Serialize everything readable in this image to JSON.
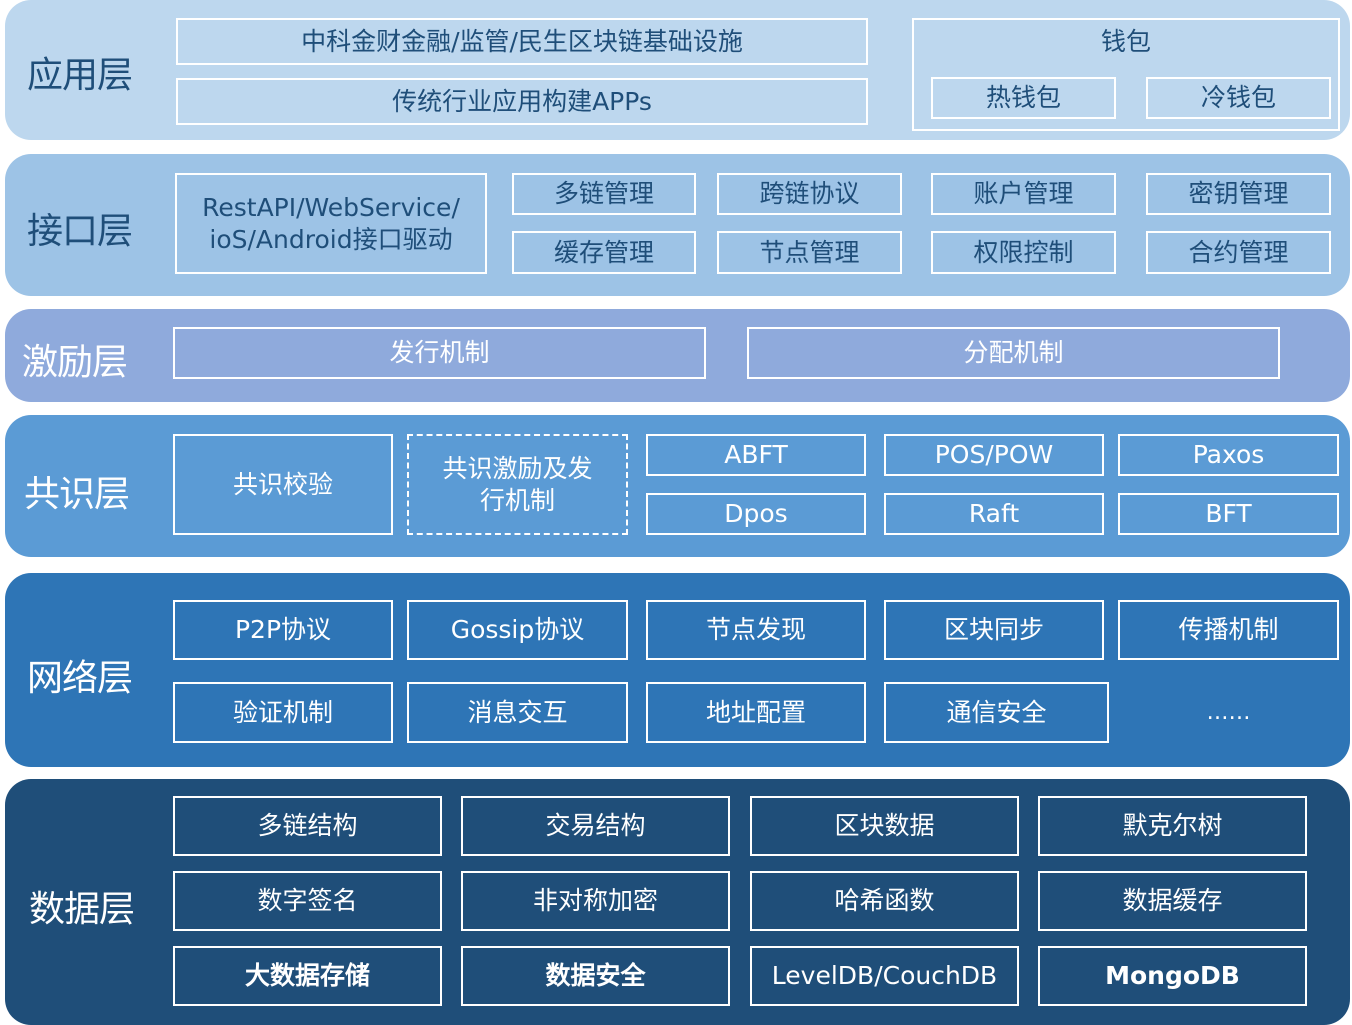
{
  "layers": {
    "application": {
      "title": "应用层",
      "items": [
        "中科金财金融/监管/民生区块链基础设施",
        "传统行业应用构建APPs"
      ],
      "wallet": {
        "title": "钱包",
        "items": [
          "热钱包",
          "冷钱包"
        ]
      },
      "color": "#bdd7ee"
    },
    "interface": {
      "title": "接口层",
      "driver": "RestAPI/WebService/\niOS/Android接口驱动",
      "driver_line1": "RestAPI/WebService/",
      "driver_line2": "ioS/Android接口驱动",
      "items": [
        "多链管理",
        "跨链协议",
        "账户管理",
        "密钥管理",
        "缓存管理",
        "节点管理",
        "权限控制",
        "合约管理"
      ],
      "color": "#9dc3e6"
    },
    "incentive": {
      "title": "激励层",
      "items": [
        "发行机制",
        "分配机制"
      ],
      "color": "#8faadc"
    },
    "consensus": {
      "title": "共识层",
      "verify": "共识校验",
      "incentive_line1": "共识激励及发",
      "incentive_line2": "行机制",
      "algorithms": [
        "ABFT",
        "POS/POW",
        "Paxos",
        "Dpos",
        "Raft",
        "BFT"
      ],
      "color": "#5b9bd5"
    },
    "network": {
      "title": "网络层",
      "items": [
        "P2P协议",
        "Gossip协议",
        "节点发现",
        "区块同步",
        "传播机制",
        "验证机制",
        "消息交互",
        "地址配置",
        "通信安全"
      ],
      "ellipsis": "……",
      "color": "#2e75b6"
    },
    "data": {
      "title": "数据层",
      "items": [
        "多链结构",
        "交易结构",
        "区块数据",
        "默克尔树",
        "数字签名",
        "非对称加密",
        "哈希函数",
        "数据缓存",
        "大数据存储",
        "数据安全",
        "LevelDB/CouchDB",
        "MongoDB"
      ],
      "color": "#1f4e79"
    }
  }
}
